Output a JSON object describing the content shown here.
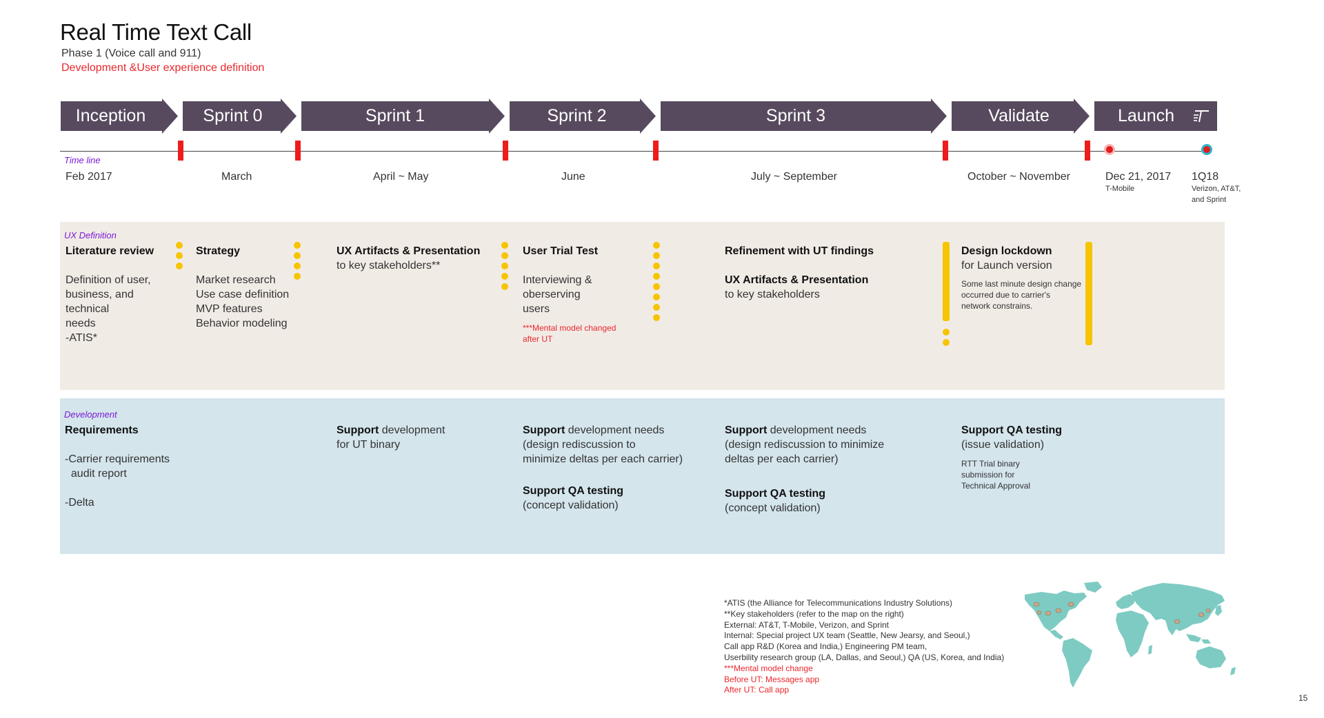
{
  "header": {
    "title": "Real Time Text Call",
    "subtitle": "Phase 1 (Voice call and 911)",
    "subtitle2": "Development &User experience definition"
  },
  "phases": [
    {
      "label": "Inception"
    },
    {
      "label": "Sprint 0"
    },
    {
      "label": "Sprint 1"
    },
    {
      "label": "Sprint 2"
    },
    {
      "label": "Sprint 3"
    },
    {
      "label": "Validate"
    },
    {
      "label": "Launch",
      "icon": "launch-icon"
    }
  ],
  "timeline": {
    "label": "Time line",
    "dates": [
      "Feb 2017",
      "March",
      "April ~ May",
      "June",
      "July ~ September",
      "October ~  November",
      "Dec 21, 2017",
      "1Q18"
    ],
    "dec_sub": "T-Mobile",
    "q18_sub1": "Verizon, AT&T,",
    "q18_sub2": "and Sprint"
  },
  "ux": {
    "label": "UX Definition",
    "c1": {
      "head": "Literature review",
      "lines": [
        "Definition of user,",
        "business, and",
        "technical",
        "needs",
        "-ATIS*"
      ]
    },
    "c2": {
      "head": "Strategy",
      "lines": [
        "Market research",
        "Use case definition",
        "MVP features",
        "Behavior modeling"
      ]
    },
    "c3": {
      "head": "UX Artifacts & Presentation",
      "line": "to key stakeholders**"
    },
    "c4": {
      "head": "User Trial Test",
      "lines": [
        "Interviewing &",
        "oberserving",
        "users"
      ],
      "note1": "***Mental model changed",
      "note2": "after UT"
    },
    "c5": {
      "head": "Refinement with UT findings",
      "head2": "UX Artifacts & Presentation",
      "line": "to key stakeholders"
    },
    "c6": {
      "head": "Design lockdown",
      "line": "for Launch version",
      "small": [
        "Some last minute design change",
        "occurred due to carrier's",
        "network constrains."
      ]
    }
  },
  "dev": {
    "label": "Development",
    "c1": {
      "head": "Requirements",
      "l1": "-Carrier requirements",
      "l2": "  audit report",
      "l3": "-Delta"
    },
    "c3": {
      "bold": "Support",
      "rest": " development",
      "line2": "for UT binary"
    },
    "c4": {
      "bold": "Support",
      "rest": " development needs",
      "l2": "(design rediscussion to",
      "l3": "minimize deltas per each carrier)",
      "qa": "Support QA testing",
      "qa2": "(concept validation)"
    },
    "c5": {
      "bold": "Support",
      "rest": " development needs",
      "l2": "(design rediscussion to minimize",
      "l3": "deltas per each carrier)",
      "qa": "Support QA testing",
      "qa2": "(concept validation)"
    },
    "c6": {
      "head": "Support QA testing",
      "line": "(issue validation)",
      "small": [
        "RTT Trial binary",
        "submission for",
        "Technical Approval"
      ]
    }
  },
  "notes": {
    "lines": [
      "*ATIS  (the Alliance for Telecommunications Industry Solutions)",
      "**Key stakeholders (refer to the map on the right)",
      "External: AT&T, T-Mobile, Verizon, and Sprint",
      "Internal: Special project UX team (Seattle, New Jearsy, and Seoul,)",
      "Call app R&D (Korea and India,)  Engineering PM team,",
      "Userbility research group (LA, Dallas, and Seoul,) QA (US, Korea, and India)"
    ],
    "red_lines": [
      "***Mental model change",
      "Before UT: Messages app",
      "After UT: Call app"
    ]
  },
  "page_number": "15",
  "colors": {
    "phase_arrow": "#574a5e",
    "tick": "#ee1c1c",
    "dot": "#f6c400",
    "ux_bg": "#f1ebe6",
    "dev_bg": "#d4e5ec",
    "map": "#7ecbc3"
  }
}
